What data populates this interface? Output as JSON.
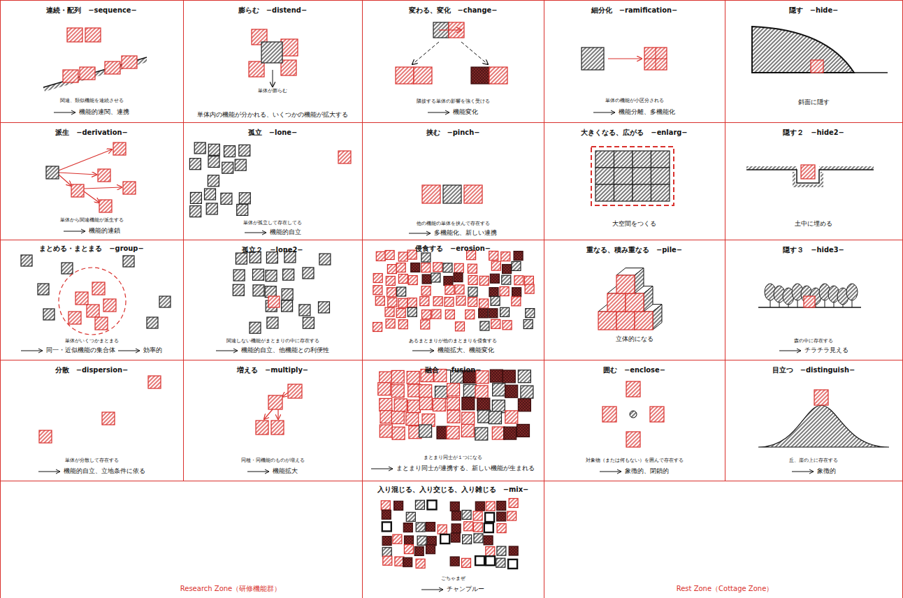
{
  "diagram": {
    "nodes": [
      {
        "text": [
          "連続・配列　−sequence−",
          "関連、類似機能を連続させる",
          "機能的連関、連携"
        ]
      },
      {
        "text": [
          "膨らむ　−distend−",
          "単体が膨らむ",
          "単体内の機能が分かれる、いくつかの機能が拡大する"
        ]
      },
      {
        "text": [
          "変わる、変化　−change−",
          "隣接する単体の影響を強く受ける",
          "機能変化"
        ]
      },
      {
        "text": [
          "細分化　−ramification−",
          "単体の機能が小区分される",
          "機能分離、多機能化"
        ]
      },
      {
        "text": [
          "隠す　−hide−",
          "斜面に隠す"
        ]
      },
      {
        "text": [
          "派生　−derivation−",
          "単体から関連機能が派生する",
          "機能的連鎖"
        ]
      },
      {
        "text": [
          "孤立　−lone−",
          "単体が孤立して存在してる",
          "機能的自立"
        ]
      },
      {
        "text": [
          "挟む　−pinch−",
          "他の機能の単体を挟んで存在する",
          "多機能化、新しい連携"
        ]
      },
      {
        "text": [
          "大きくなる、広がる　−enlarg−",
          "大空間をつくる"
        ]
      },
      {
        "text": [
          "隠す２　−hide2−",
          "土中に埋める"
        ]
      },
      {
        "text": [
          "まとめる・まとまる　−group−",
          "単体がいくつかまとまる",
          "同一・近似機能の集合体",
          "効率的"
        ]
      },
      {
        "text": [
          "孤立２　−lone2−",
          "関連しない機能がまとまりの中に存在する",
          "機能的自立、他機能との利便性"
        ]
      },
      {
        "text": [
          "侵食する　−erosion−",
          "あるまとまりが他のまとまりを侵食する",
          "機能拡大、機能変化"
        ]
      },
      {
        "text": [
          "重なる、積み重なる　−pile−",
          "立体的になる"
        ]
      },
      {
        "text": [
          "隠す３　−hide3−",
          "森の中に存在する",
          "チラチラ見える"
        ]
      },
      {
        "text": [
          "分散　−dispersion−",
          "単体が分散して存在する",
          "機能的自立、立地条件に依る"
        ]
      },
      {
        "text": [
          "増える　−multiply−",
          "同種・同機能のものが増える",
          "機能拡大"
        ]
      },
      {
        "text": [
          "融合　−fusion−",
          "まとまり同士が１つになる",
          "まとまり同士が連携する、新しい機能が生まれる"
        ]
      },
      {
        "text": [
          "囲む　−enclose−",
          "対象物（または何もない）を囲んで存在する",
          "象徴的、閉鎖的"
        ]
      },
      {
        "text": [
          "目立つ　−distinguish−",
          "丘、崖の上に存在する",
          "象徴的"
        ]
      },
      {
        "text": [
          "入り混じる、入り交じる、入り雑じる　−mix−",
          "ごちゃまぜ",
          "チャンプルー"
        ]
      }
    ],
    "labels": [
      "Research Zone（研修機能群）",
      "Rest Zone（Cottage Zone）"
    ]
  }
}
